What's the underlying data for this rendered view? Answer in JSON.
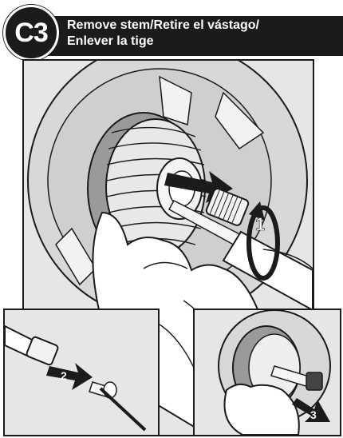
{
  "step": {
    "badge": "C3",
    "title_line1": "Remove stem/Retire el vástago/",
    "title_line2": "Enlever la tige"
  },
  "callouts": {
    "main_arrow": "1",
    "left_arrow": "2",
    "right_arrow": "3"
  },
  "colors": {
    "ink": "#1b1b1b",
    "body": "#e6e6e6",
    "shadow": "#9a9a9a",
    "paper": "#ffffff"
  },
  "icons": [
    "hand-icon",
    "screwdriver-icon",
    "stem-icon",
    "flange-icon",
    "arrow-icon"
  ]
}
